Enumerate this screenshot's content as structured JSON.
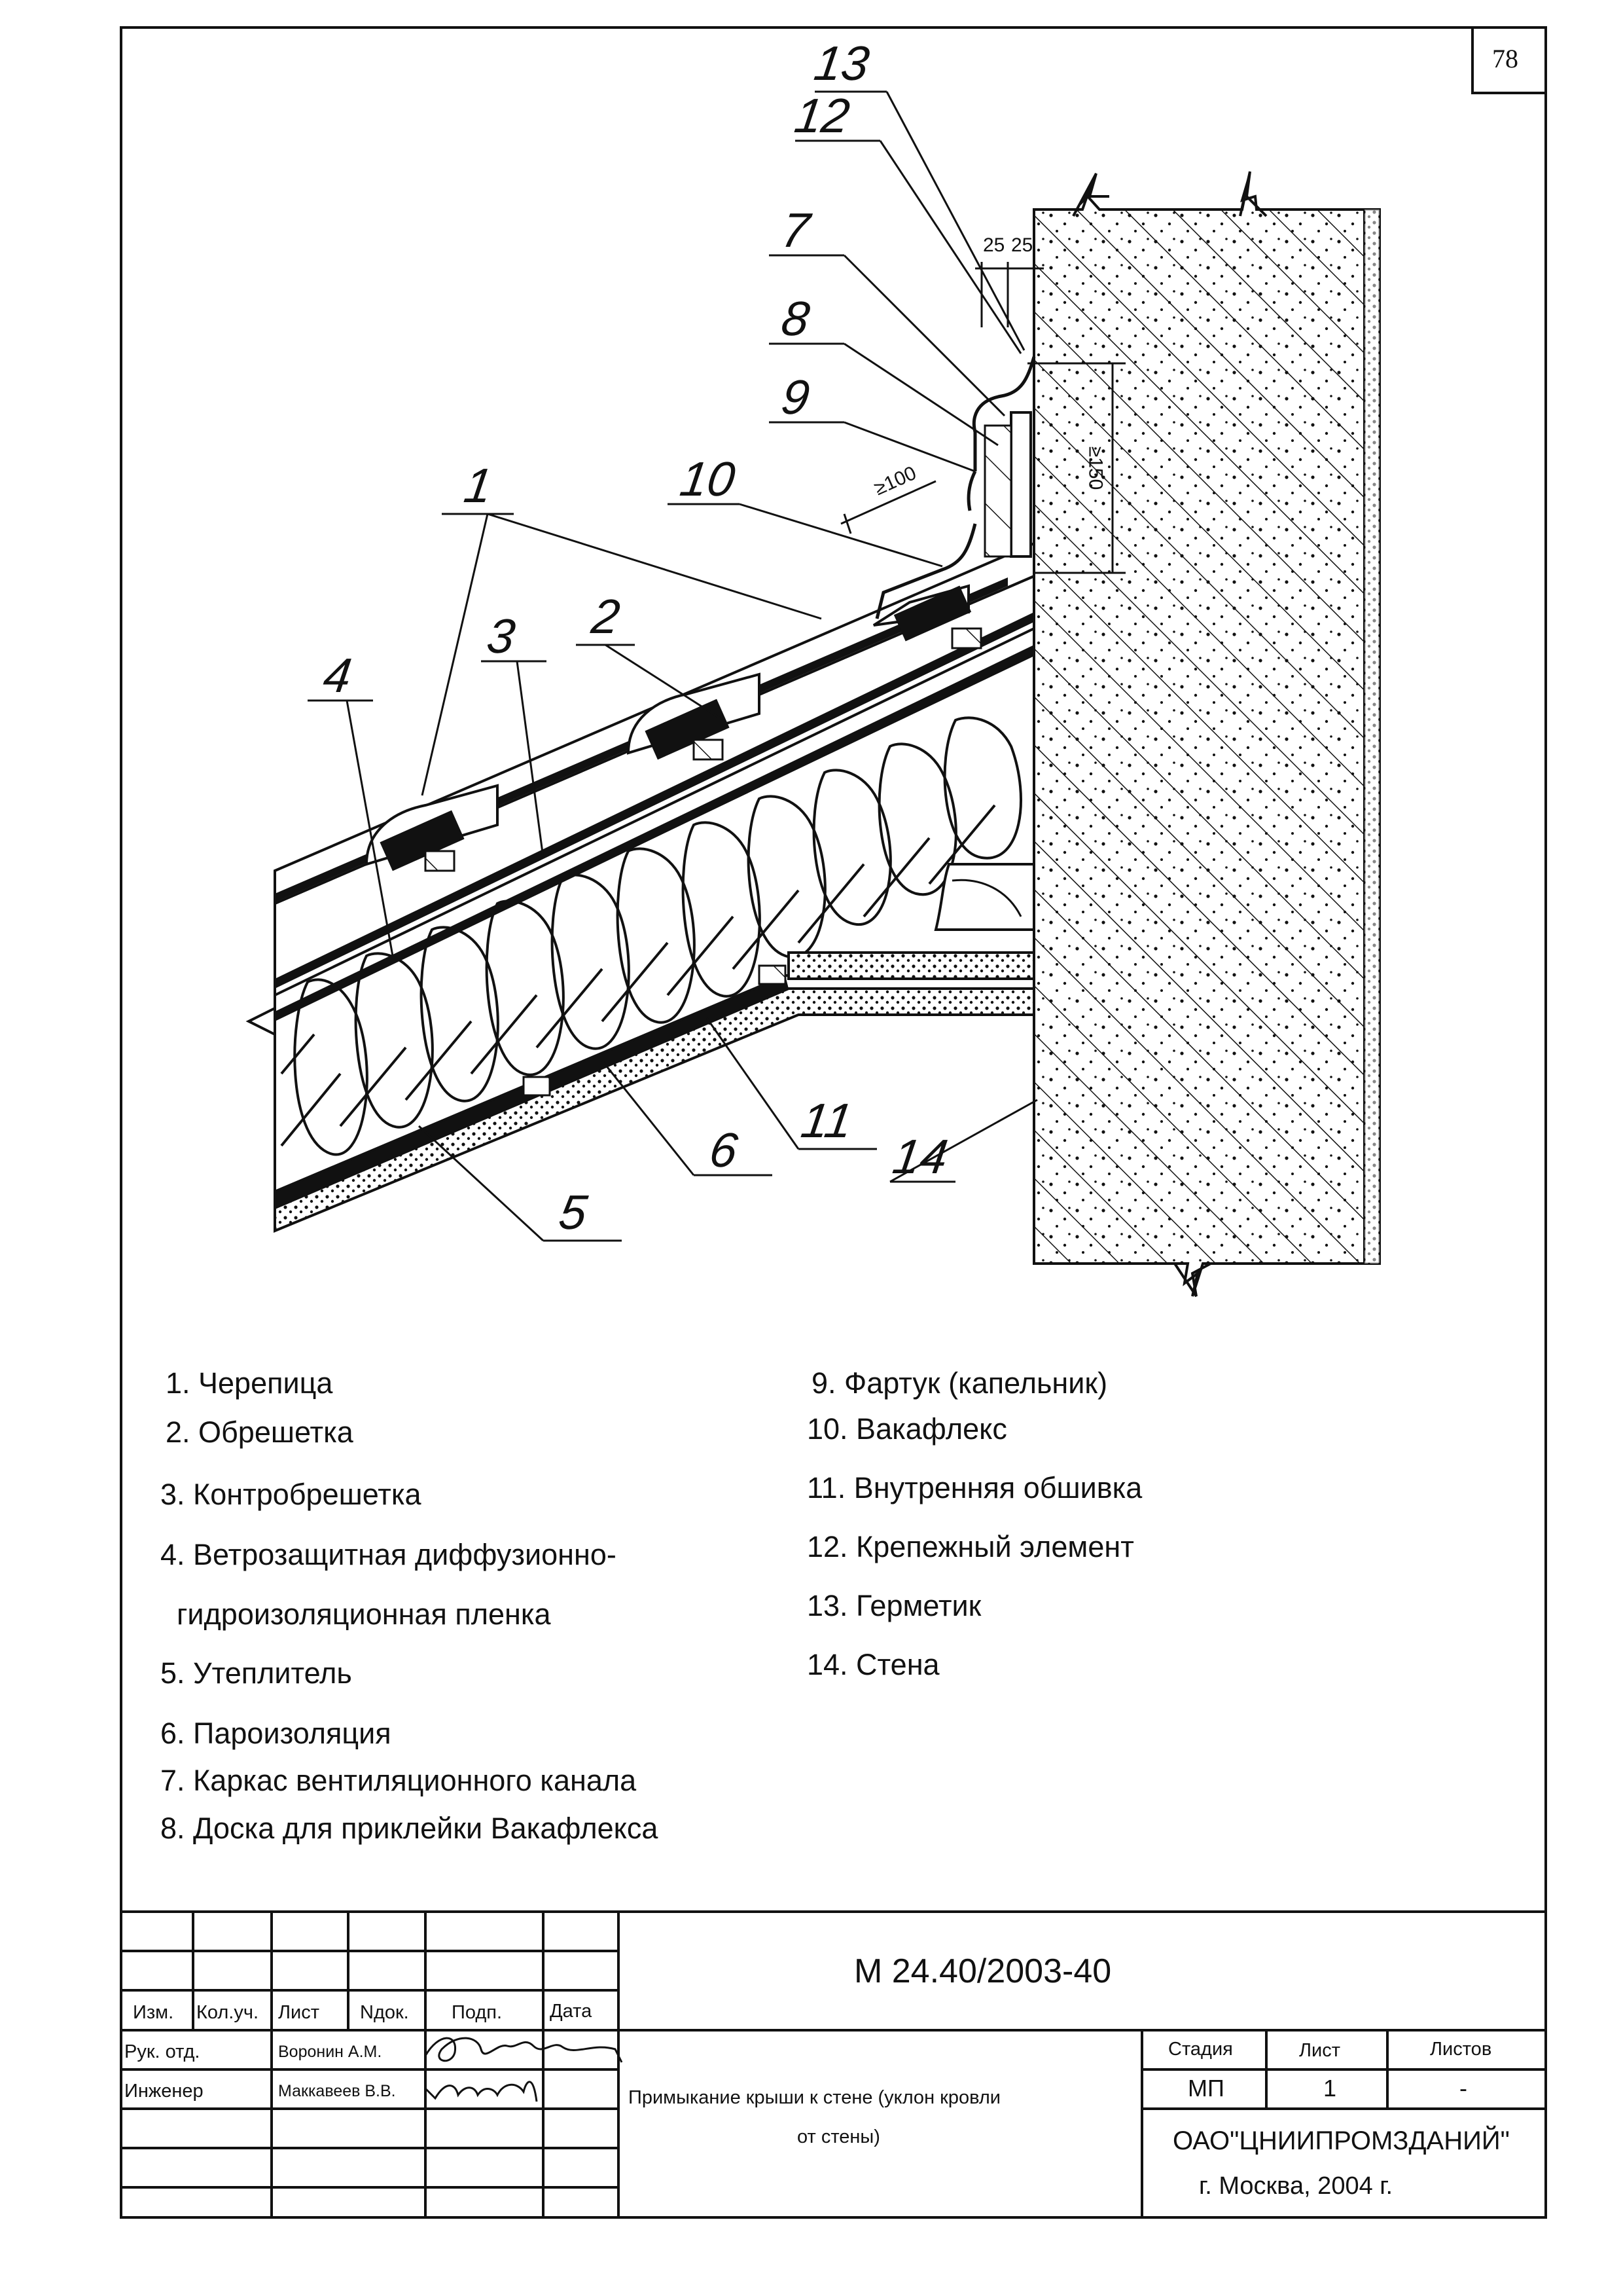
{
  "sheet": {
    "page_number": "78",
    "document_code": "М 24.40/2003-40"
  },
  "callouts": {
    "c1": "1",
    "c2": "2",
    "c3": "3",
    "c4": "4",
    "c5": "5",
    "c6": "6",
    "c7": "7",
    "c8": "8",
    "c9": "9",
    "c10": "10",
    "c11": "11",
    "c12": "12",
    "c13": "13",
    "c14": "14"
  },
  "dimensions": {
    "d25a": "25",
    "d25b": "25",
    "d100": "≥100",
    "d150": "≥150"
  },
  "legend": {
    "items": [
      "1. Черепица",
      "2. Обрешетка",
      "3. Контробрешетка",
      "4. Ветрозащитная диффузионно-",
      "гидроизоляционная пленка",
      "5. Утеплитель",
      "6. Пароизоляция",
      "7. Каркас вентиляционного канала",
      "8. Доска для приклейки Вакафлекса",
      "9. Фартук (капельник)",
      "10. Вакафлекс",
      "11. Внутренняя обшивка",
      "12. Крепежный элемент",
      "13. Герметик",
      "14. Стена"
    ]
  },
  "title_block": {
    "headers": {
      "izm": "Изм.",
      "kol_uch": "Кол.уч.",
      "list": "Лист",
      "ndok": "Nдок.",
      "podp": "Подп.",
      "data": "Дата"
    },
    "roles": [
      {
        "role": "Рук. отд.",
        "name": "Воронин А.М."
      },
      {
        "role": "Инженер",
        "name": "Маккавеев В.В."
      }
    ],
    "title_line1": "Примыкание крыши к стене (уклон кровли",
    "title_line2": "от стены)",
    "stage_headers": {
      "stadiya": "Стадия",
      "list": "Лист",
      "listov": "Листов"
    },
    "stage_values": {
      "stadiya": "МП",
      "list": "1",
      "listov": "-"
    },
    "org": "ОАО\"ЦНИИПРОМЗДАНИЙ\"",
    "city_year": "г. Москва, 2004 г."
  }
}
